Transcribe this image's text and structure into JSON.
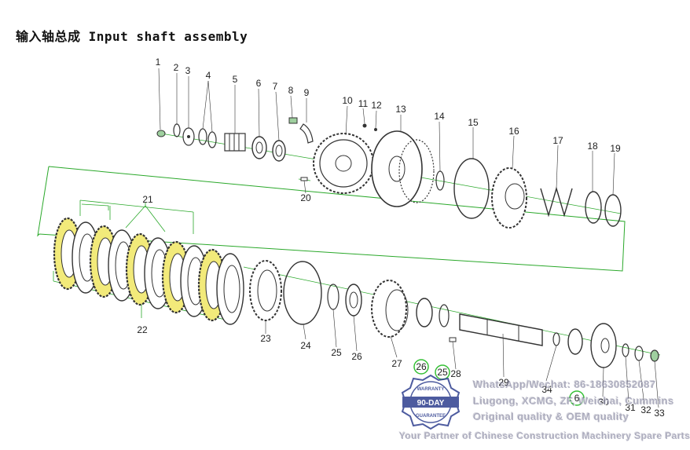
{
  "title": "输入轴总成 Input shaft assembly",
  "colors": {
    "lines": "#2aa82a",
    "friction_disc": "#f2ea7a",
    "callout_circle": "#36c036",
    "badge_blue": "#2e3f8f"
  },
  "part_labels": [
    "1",
    "2",
    "3",
    "4",
    "5",
    "6",
    "7",
    "8",
    "9",
    "10",
    "11",
    "12",
    "13",
    "14",
    "15",
    "16",
    "17",
    "18",
    "19",
    "20",
    "21",
    "22",
    "23",
    "24",
    "25",
    "26",
    "27",
    "28",
    "29",
    "30",
    "31",
    "32",
    "33",
    "34"
  ],
  "callouts": [
    "26",
    "25",
    "6"
  ],
  "badge": {
    "top": "WARRANTY",
    "middle": "90-DAY",
    "bottom": "GUARANTEE"
  },
  "watermark": {
    "line1": "WhatsApp/Wechat: 86-18630852087",
    "line2": "Liugong, XCMG, ZF, Weichai, Cummins",
    "line3": "Original quality & OEM quality",
    "tagline": "Your Partner of Chinese Construction Machinery Spare Parts"
  }
}
